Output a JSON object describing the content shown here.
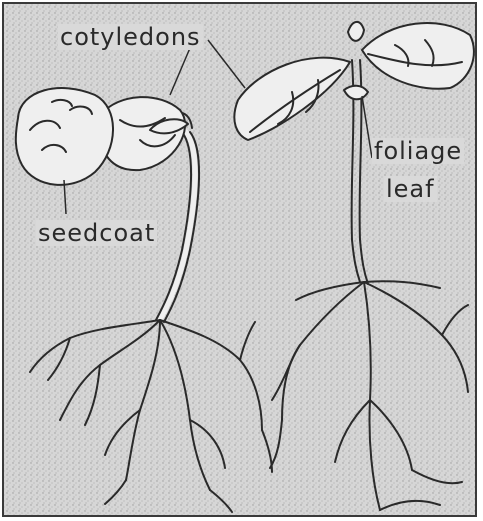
{
  "labels": {
    "cotyledons": "cotyledons",
    "foliage": "foliage",
    "leaf": "leaf",
    "seedcoat": "seedcoat"
  },
  "colors": {
    "background": "#d6d6d6",
    "ink": "#2a2a2a",
    "plant_fill": "#efefef"
  }
}
